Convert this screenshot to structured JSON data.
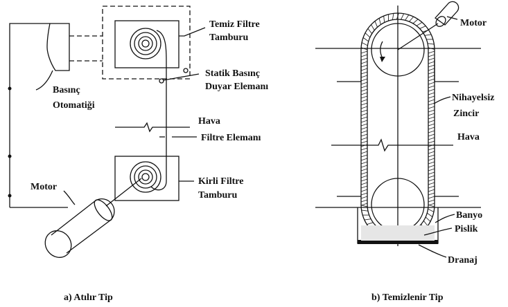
{
  "left_panel": {
    "caption": "a) Atılır Tip",
    "labels": {
      "clean_drum_1": "Temiz Filtre",
      "clean_drum_2": "Tamburu",
      "static_sensor_1": "Statik Basınç",
      "static_sensor_2": "Duyar Elemanı",
      "pressure_switch_1": "Basınç",
      "pressure_switch_2": "Otomatiği",
      "air": "Hava",
      "filter_element": "Filtre Elemanı",
      "dirty_drum_1": "Kirli Filtre",
      "dirty_drum_2": "Tamburu",
      "motor": "Motor"
    }
  },
  "right_panel": {
    "caption": "b) Temizlenir Tip",
    "labels": {
      "motor": "Motor",
      "chain_1": "Nihayelsiz",
      "chain_2": "Zincir",
      "air": "Hava",
      "bath": "Banyo",
      "dirt": "Pislik",
      "drain": "Dranaj"
    }
  },
  "colors": {
    "ink": "#111111",
    "background": "#ffffff"
  }
}
